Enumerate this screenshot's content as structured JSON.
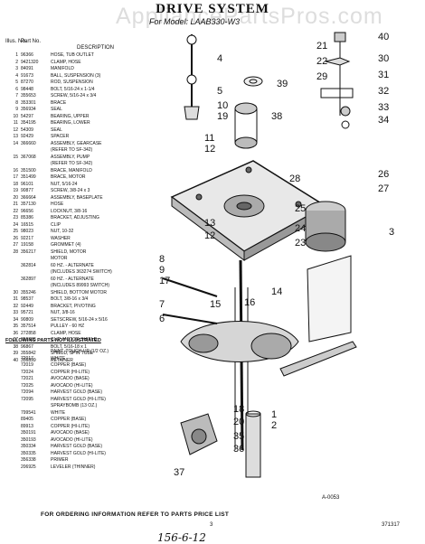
{
  "title": "DRIVE SYSTEM",
  "model": "For Model: LAAB330-W3",
  "watermark": "AppliancePartsPros.com",
  "headers": {
    "illus": "Illus. No.",
    "part": "Part No.",
    "desc": "DESCRIPTION"
  },
  "parts": [
    {
      "n": "1",
      "p": "96366",
      "d": "HOSE, TUB OUTLET"
    },
    {
      "n": "2",
      "p": "9421320",
      "d": "CLAMP, HOSE"
    },
    {
      "n": "3",
      "p": "84091",
      "d": "MANIFOLD"
    },
    {
      "n": "4",
      "p": "91673",
      "d": "BALL, SUSPENSION (3)"
    },
    {
      "n": "5",
      "p": "87270",
      "d": "ROD, SUSPENSION"
    },
    {
      "n": "6",
      "p": "98448",
      "d": "BOLT, 5/16-24 x 1-1/4"
    },
    {
      "n": "7",
      "p": "355653",
      "d": "SCREW, 5/16-24 x 3/4"
    },
    {
      "n": "8",
      "p": "353301",
      "d": "BRACE"
    },
    {
      "n": "9",
      "p": "356934",
      "d": "SEAL"
    },
    {
      "n": "10",
      "p": "54297",
      "d": "BEARING, UPPER"
    },
    {
      "n": "11",
      "p": "354195",
      "d": "BEARING, LOWER"
    },
    {
      "n": "12",
      "p": "54309",
      "d": "SEAL"
    },
    {
      "n": "13",
      "p": "92429",
      "d": "SPACER"
    },
    {
      "n": "14",
      "p": "366660",
      "d": "ASSEMBLY, GEARCASE"
    },
    {
      "n": "",
      "p": "",
      "d": "(REFER TO SF-342)"
    },
    {
      "n": "15",
      "p": "367068",
      "d": "ASSEMBLY, PUMP"
    },
    {
      "n": "",
      "p": "",
      "d": "(REFER TO SF-342)"
    },
    {
      "n": "16",
      "p": "351500",
      "d": "BRACE, MANIFOLD"
    },
    {
      "n": "17",
      "p": "351499",
      "d": "BRACE, MOTOR"
    },
    {
      "n": "18",
      "p": "96101",
      "d": "NUT, 5/16-24"
    },
    {
      "n": "19",
      "p": "90877",
      "d": "SCREW, 3/8-24 x 3"
    },
    {
      "n": "20",
      "p": "366664",
      "d": "ASSEMBLY, BASEPLATE"
    },
    {
      "n": "21",
      "p": "357130",
      "d": "HOSE"
    },
    {
      "n": "22",
      "p": "96656",
      "d": "LOCKNUT, 3/8-16"
    },
    {
      "n": "23",
      "p": "85386",
      "d": "BRACKET, ADJUSTING"
    },
    {
      "n": "24",
      "p": "16515",
      "d": "CLIP"
    },
    {
      "n": "25",
      "p": "98023",
      "d": "NUT, 10-32"
    },
    {
      "n": "26",
      "p": "92217",
      "d": "WASHER"
    },
    {
      "n": "27",
      "p": "19158",
      "d": "GROMMET (4)"
    },
    {
      "n": "28",
      "p": "356217",
      "d": "SHIELD, MOTOR"
    },
    {
      "n": "",
      "p": "",
      "d": "MOTOR"
    },
    {
      "n": "",
      "p": "362814",
      "d": "60 HZ. - ALTERNATE"
    },
    {
      "n": "",
      "p": "",
      "d": "(INCLUDES 363274 SWITCH)"
    },
    {
      "n": "",
      "p": "362897",
      "d": "60 HZ. - ALTERNATE"
    },
    {
      "n": "",
      "p": "",
      "d": "(INCLUDES 89993 SWITCH)"
    },
    {
      "n": "30",
      "p": "355246",
      "d": "SHIELD, BOTTOM MOTOR"
    },
    {
      "n": "31",
      "p": "98537",
      "d": "BOLT, 3/8-16 x 3/4"
    },
    {
      "n": "32",
      "p": "92449",
      "d": "BRACKET, PIVOTING"
    },
    {
      "n": "33",
      "p": "95721",
      "d": "NUT, 3/8-16"
    },
    {
      "n": "34",
      "p": "90809",
      "d": "SETSCREW, 5/16-24 x 5/16"
    },
    {
      "n": "35",
      "p": "357514",
      "d": "PULLEY - 60 HZ"
    },
    {
      "n": "36",
      "p": "272858",
      "d": "CLAMP, HOSE"
    },
    {
      "n": "37",
      "p": "356388",
      "d": "CLIP, MOTOR SHIELD"
    },
    {
      "n": "38",
      "p": "96867",
      "d": "BOLT, 5/16-18 x 1"
    },
    {
      "n": "39",
      "p": "355842",
      "d": "SHIELD, SPIN TUBE"
    },
    {
      "n": "40",
      "p": "356899",
      "d": "RETAINER"
    }
  ],
  "section_title": "FOLLOWING PARTS NOT ILLUSTRATED",
  "section_items": [
    {
      "n": "",
      "p": "",
      "d": "PAINT, TOUCH-UP (1/2 OZ.)"
    },
    {
      "n": "",
      "p": "72017",
      "d": "WHITE"
    },
    {
      "n": "",
      "p": "72019",
      "d": "COPPER (BASE)"
    },
    {
      "n": "",
      "p": "72024",
      "d": "COPPER (HI-LITE)"
    },
    {
      "n": "",
      "p": "72021",
      "d": "AVOCADO (BASE)"
    },
    {
      "n": "",
      "p": "72025",
      "d": "AVOCADO (HI-LITE)"
    },
    {
      "n": "",
      "p": "72094",
      "d": "HARVEST GOLD (BASE)"
    },
    {
      "n": "",
      "p": "72095",
      "d": "HARVEST GOLD (HI-LITE)"
    },
    {
      "n": "",
      "p": "",
      "d": "SPRAYBOMB (13 OZ.)"
    },
    {
      "n": "",
      "p": "799541",
      "d": "WHITE"
    },
    {
      "n": "",
      "p": "89405",
      "d": "COPPER (BASE)"
    },
    {
      "n": "",
      "p": "89913",
      "d": "COPPER (HI-LITE)"
    },
    {
      "n": "",
      "p": "350191",
      "d": "AVOCADO (BASE)"
    },
    {
      "n": "",
      "p": "350193",
      "d": "AVOCADO (HI-LITE)"
    },
    {
      "n": "",
      "p": "350334",
      "d": "HARVEST GOLD (BASE)"
    },
    {
      "n": "",
      "p": "350335",
      "d": "HARVEST GOLD (HI-LITE)"
    },
    {
      "n": "",
      "p": "356338",
      "d": "PRIMER"
    },
    {
      "n": "",
      "p": "206925",
      "d": "LEVELER (THINNER)"
    }
  ],
  "footer": "FOR ORDERING INFORMATION REFER TO PARTS PRICE LIST",
  "page_number": "3",
  "doc_number": "371317",
  "diagram_ref": "A-0053",
  "handwritten": "156-6-12",
  "callouts": {
    "c40": "40",
    "c4": "4",
    "c21": "21",
    "c22": "22",
    "c29": "29",
    "c30": "30",
    "c31": "31",
    "c32": "32",
    "c5": "5",
    "c33": "33",
    "c34": "34",
    "c39": "39",
    "c38": "38",
    "c10": "10",
    "c19": "19",
    "c11": "11",
    "c12a": "12",
    "c28": "28",
    "c26": "26",
    "c27": "27",
    "c3": "3",
    "c25": "25",
    "c13": "13",
    "c12b": "12",
    "c24": "24",
    "c23": "23",
    "c8": "8",
    "c9": "9",
    "c17": "17",
    "c7": "7",
    "c6": "6",
    "c16": "16",
    "c14": "14",
    "c15": "15",
    "c18": "18",
    "c1": "1",
    "c2": "2",
    "c20": "20",
    "c35": "35",
    "c36": "36",
    "c37": "37"
  }
}
